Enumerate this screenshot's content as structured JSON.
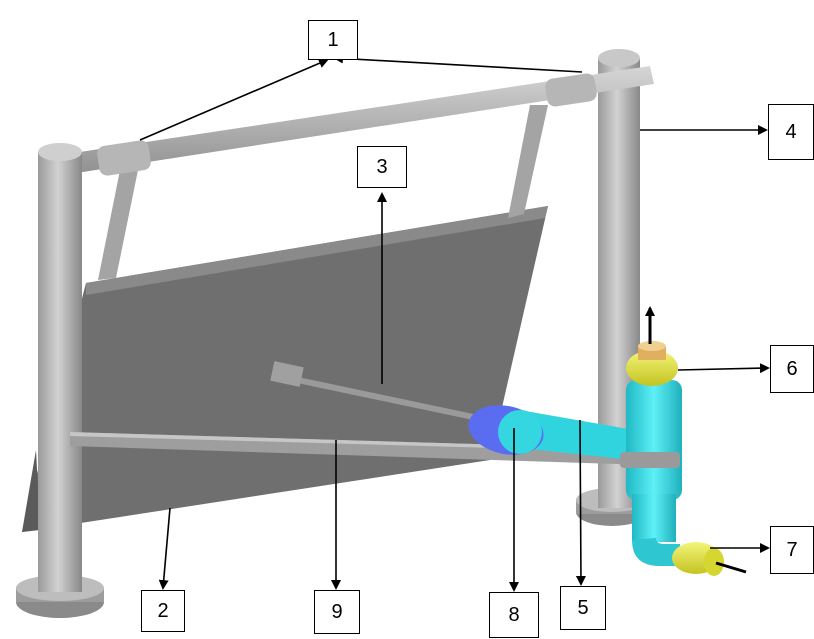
{
  "labels": [
    {
      "id": "1",
      "text": "1"
    },
    {
      "id": "2",
      "text": "2"
    },
    {
      "id": "3",
      "text": "3"
    },
    {
      "id": "4",
      "text": "4"
    },
    {
      "id": "5",
      "text": "5"
    },
    {
      "id": "6",
      "text": "6"
    },
    {
      "id": "7",
      "text": "7"
    },
    {
      "id": "8",
      "text": "8"
    },
    {
      "id": "9",
      "text": "9"
    }
  ],
  "colors": {
    "steel": "#a8a8a8",
    "plate": "#707070",
    "cylinder_body": "#34dce6",
    "fitting_yellow": "#e6e63a",
    "piston_blue": "#5b6ef0"
  }
}
